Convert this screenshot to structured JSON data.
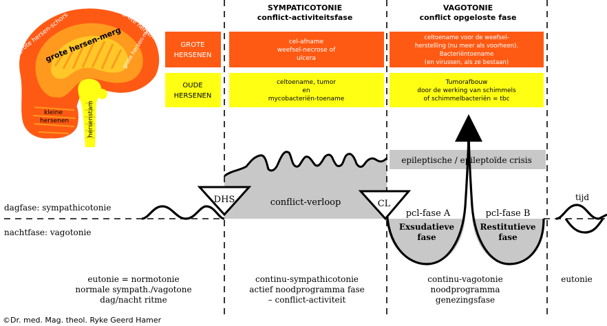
{
  "colors": {
    "orange": "#FF5A14",
    "yellow": "#FFFF14",
    "brain_dark": "#FF5A14",
    "brain_mid": "#FF9A1E",
    "brain_light": "#FFC828",
    "gray": "#C8C8C8",
    "black": "#000000"
  },
  "brain": {
    "cortex_label": "grote hersen-schors",
    "cortex_label_right": "grote hersen-schors",
    "medulla_label": "grote hersen-merg",
    "medulla_label_right": "grote hersen-merg",
    "cerebellum_label_line1": "kleine",
    "cerebellum_label_line2": "hersenen",
    "brainstem_label": "hersenstam"
  },
  "rows": {
    "grote_label_line1": "GROTE",
    "grote_label_line2": "HERSENEN",
    "oude_label_line1": "OUDE",
    "oude_label_line2": "HERSENEN"
  },
  "phases": {
    "sympathicotonie_title": "SYMPATICOTONIE",
    "sympathicotonie_subtitle": "conflict-activiteitsfase",
    "vagotonie_title": "VAGOTONIE",
    "vagotonie_subtitle": "conflict opgeloste fase"
  },
  "cells": {
    "grote_sym_lines": [
      "cel-afname",
      "weefsel-necrose of",
      "ulcera"
    ],
    "grote_vag_lines": [
      "celtoename voor de weefsel-",
      "herstelling (nu meer als voorheen).",
      "Bacteriëntoename",
      "(en virussen, als ze bestaan)"
    ],
    "oude_sym_lines": [
      "celtoename, tumor",
      "en",
      "mycobacteriën-toename"
    ],
    "oude_vag_lines": [
      "Tumorafbouw",
      "door de werking van schimmels",
      "of schimmelbacteriën = tbc"
    ]
  },
  "curve": {
    "day_label": "dagfase: sympathicotonie",
    "night_label": "nachtfase: vagotonie",
    "dhs": "DHS",
    "cl": "CL",
    "conflict_verloop": "conflict-verloop",
    "epileptische": "epileptische / epileptoïde crisis",
    "pcl_a": "pcl-fase A",
    "pcl_b": "pcl-fase B",
    "exsudatieve_line1": "Exsudatieve",
    "exsudatieve_line2": "fase",
    "restitutieve_line1": "Restitutieve",
    "restitutieve_line2": "fase",
    "tijd": "tijd"
  },
  "bottom": {
    "col1": [
      "eutonie = normotonie",
      "normale sympath./vagotone",
      "dag/nacht ritme"
    ],
    "col2": [
      "continu-sympathicotonie",
      "actief noodprogramma fase",
      "– conflict-activiteit"
    ],
    "col3": [
      "continu-vagotonie",
      "noodprogramma",
      "genezingsfase"
    ],
    "col4": [
      "eutonie"
    ]
  },
  "copyright": "©Dr. med. Mag. theol. Ryke Geerd Hamer"
}
